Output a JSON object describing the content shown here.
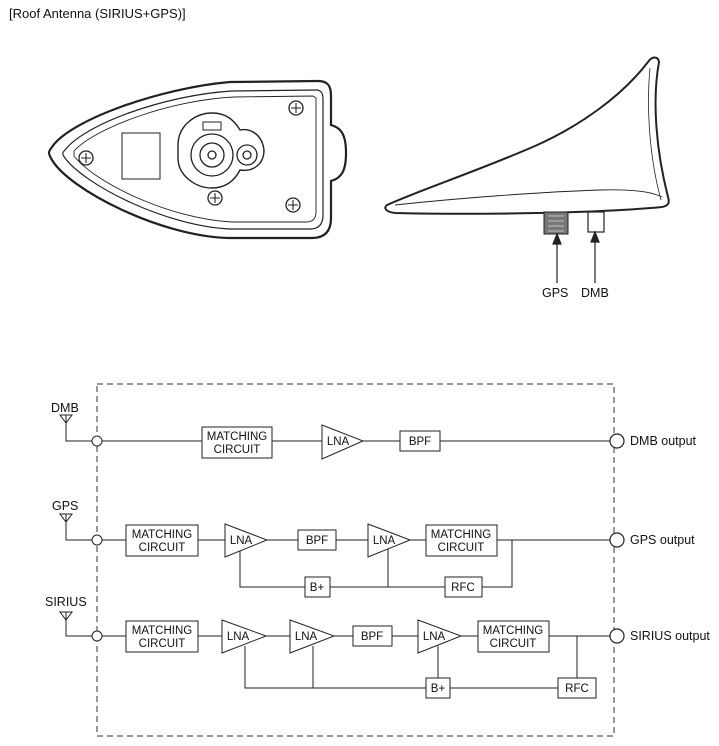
{
  "caption": "[Roof Antenna (SIRIUS+GPS)]",
  "connector_labels": {
    "gps": "GPS",
    "dmb": "DMB"
  },
  "inputs": {
    "dmb": "DMB",
    "gps": "GPS",
    "sirius": "SIRIUS"
  },
  "outputs": {
    "dmb": "DMB output",
    "gps": "GPS output",
    "sirius": "SIRIUS output"
  },
  "blocks": {
    "matching_line1": "MATCHING",
    "matching_line2": "CIRCUIT",
    "lna": "LNA",
    "bpf": "BPF",
    "bplus": "B+",
    "rfc": "RFC"
  }
}
